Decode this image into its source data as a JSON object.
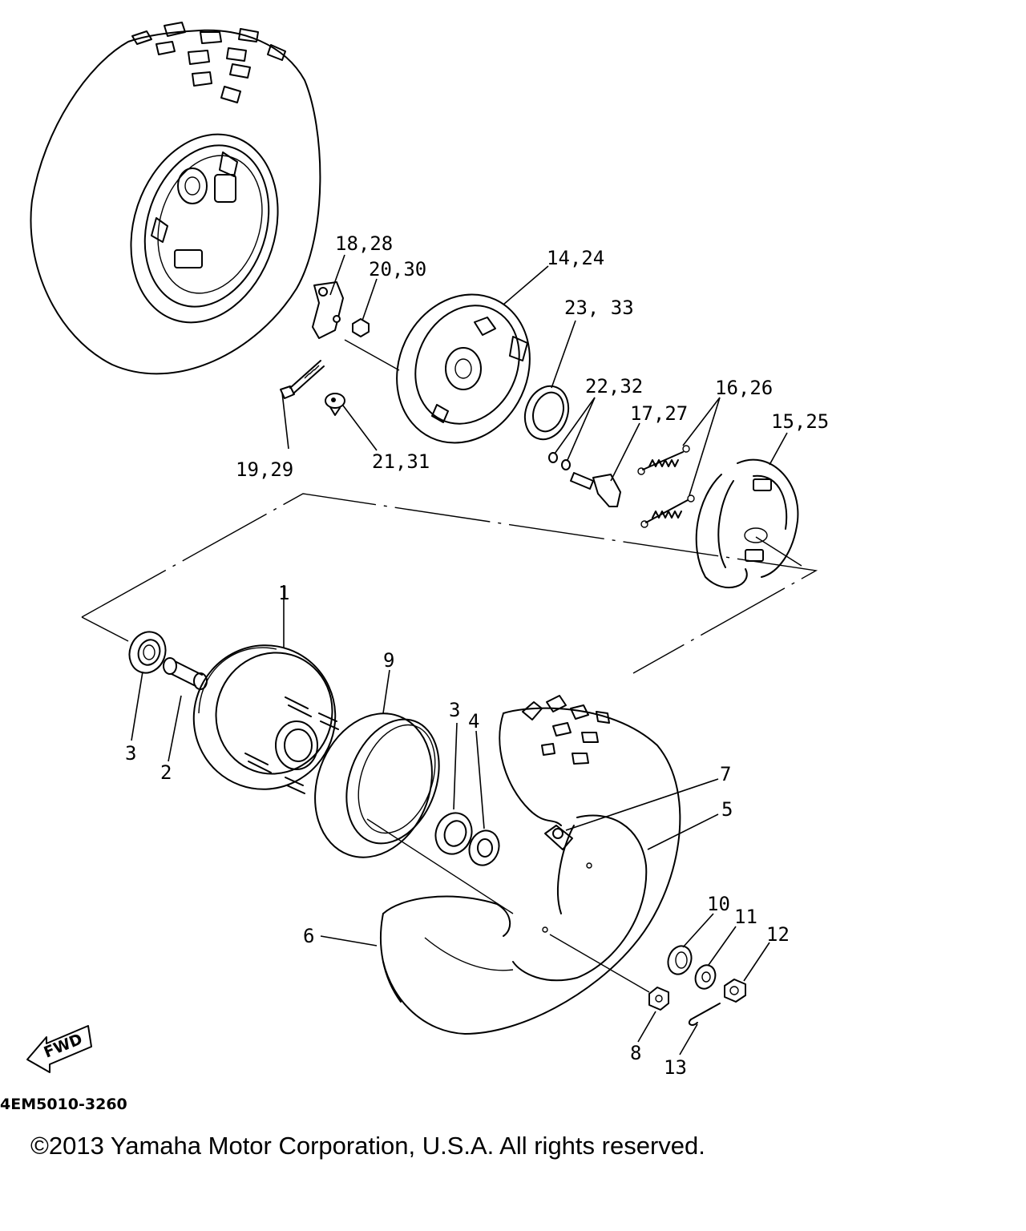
{
  "page": {
    "copyright": "©2013 Yamaha Motor Corporation, U.S.A. All rights reserved.",
    "diagram_code": "4EM5010-3260",
    "direction_label": "FWD"
  },
  "parts": [
    {
      "id": "p1",
      "label": "1"
    },
    {
      "id": "p2",
      "label": "2"
    },
    {
      "id": "p3a",
      "label": "3"
    },
    {
      "id": "p3b",
      "label": "3"
    },
    {
      "id": "p4",
      "label": "4"
    },
    {
      "id": "p5",
      "label": "5"
    },
    {
      "id": "p6",
      "label": "6"
    },
    {
      "id": "p7",
      "label": "7"
    },
    {
      "id": "p8",
      "label": "8"
    },
    {
      "id": "p9",
      "label": "9"
    },
    {
      "id": "p10",
      "label": "10"
    },
    {
      "id": "p11",
      "label": "11"
    },
    {
      "id": "p12",
      "label": "12"
    },
    {
      "id": "p13",
      "label": "13"
    },
    {
      "id": "p14",
      "label": "14,24"
    },
    {
      "id": "p15",
      "label": "15,25"
    },
    {
      "id": "p16",
      "label": "16,26"
    },
    {
      "id": "p17",
      "label": "17,27"
    },
    {
      "id": "p18",
      "label": "18,28"
    },
    {
      "id": "p19",
      "label": "19,29"
    },
    {
      "id": "p20",
      "label": "20,30"
    },
    {
      "id": "p21",
      "label": "21,31"
    },
    {
      "id": "p22",
      "label": "22,32"
    },
    {
      "id": "p23",
      "label": "23, 33"
    }
  ]
}
